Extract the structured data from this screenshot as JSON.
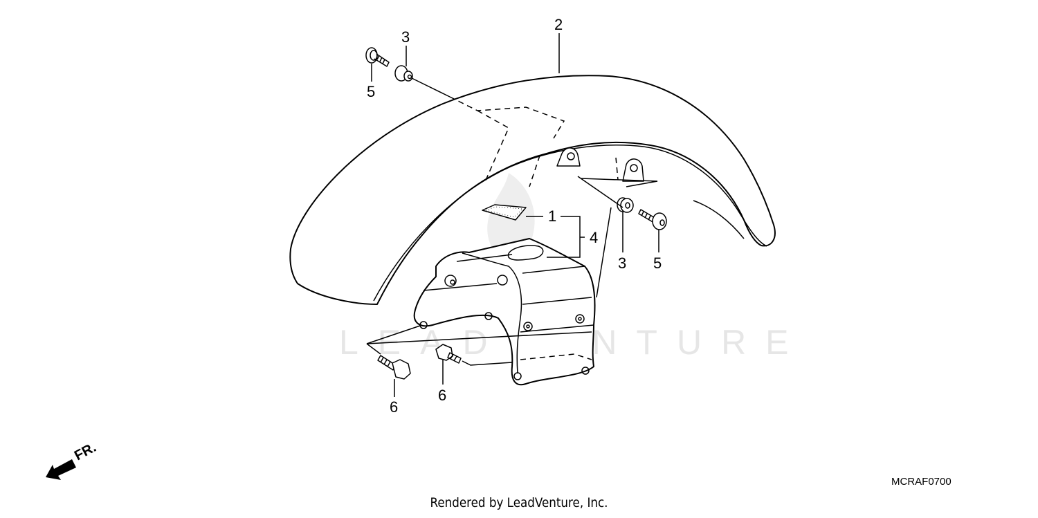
{
  "diagram": {
    "type": "exploded parts diagram",
    "subject": "front fender assembly",
    "callouts": [
      {
        "id": "c2",
        "label": "2",
        "part": "front fender"
      },
      {
        "id": "c3a",
        "label": "3",
        "part": "collar / grommet (upper left)"
      },
      {
        "id": "c5a",
        "label": "5",
        "part": "bolt (upper left)"
      },
      {
        "id": "c1",
        "label": "1",
        "part": "pad"
      },
      {
        "id": "c4",
        "label": "4",
        "part": "fender stay / bracket"
      },
      {
        "id": "c3b",
        "label": "3",
        "part": "collar / grommet (right)"
      },
      {
        "id": "c5b",
        "label": "5",
        "part": "bolt (right)"
      },
      {
        "id": "c6a",
        "label": "6",
        "part": "flange bolt (left)"
      },
      {
        "id": "c6b",
        "label": "6",
        "part": "flange bolt (center)"
      }
    ],
    "direction_indicator": {
      "label": "FR.",
      "icon": "front-direction-arrow-icon"
    },
    "diagram_code": "MCRAF0700",
    "watermark": "LEADVENTURE",
    "credit": "Rendered by LeadVenture, Inc."
  },
  "colors": {
    "ink": "#000000",
    "background": "#ffffff",
    "watermark": "#e6e6e6"
  }
}
